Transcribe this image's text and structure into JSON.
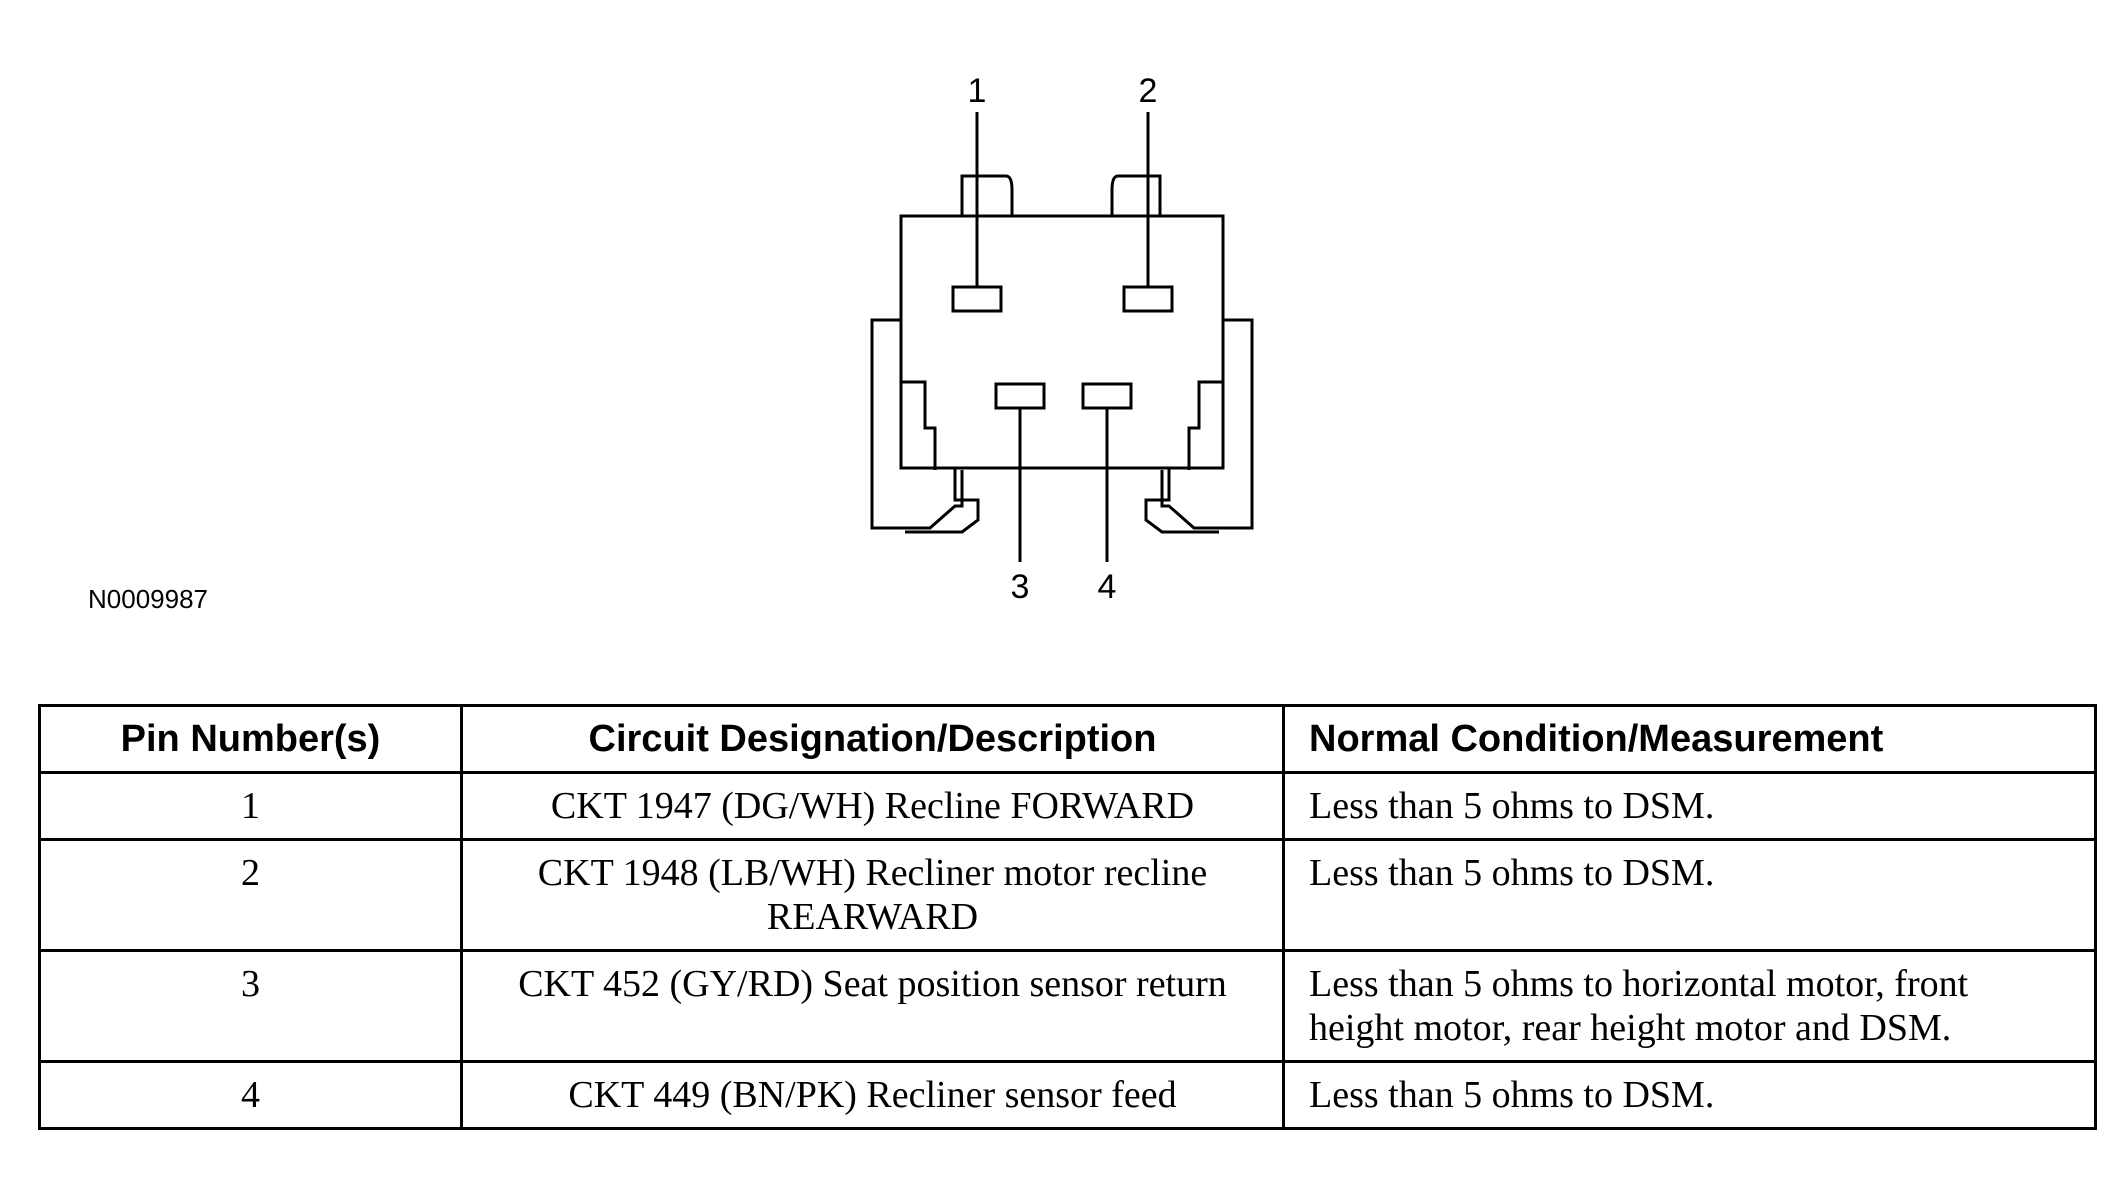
{
  "figure_id": "N0009987",
  "connector": {
    "pin_labels": [
      "1",
      "2",
      "3",
      "4"
    ]
  },
  "table": {
    "headers": [
      "Pin Number(s)",
      "Circuit Designation/Description",
      "Normal Condition/Measurement"
    ],
    "rows": [
      {
        "pin": "1",
        "circuit": "CKT 1947 (DG/WH) Recline FORWARD",
        "condition": "Less than 5 ohms to DSM."
      },
      {
        "pin": "2",
        "circuit": "CKT 1948 (LB/WH) Recliner motor recline REARWARD",
        "condition": "Less than 5 ohms to DSM."
      },
      {
        "pin": "3",
        "circuit": "CKT 452 (GY/RD) Seat position sensor return",
        "condition": "Less than 5 ohms to horizontal motor, front height motor, rear height motor and DSM."
      },
      {
        "pin": "4",
        "circuit": "CKT 449 (BN/PK) Recliner sensor feed",
        "condition": "Less than 5 ohms to DSM."
      }
    ]
  }
}
